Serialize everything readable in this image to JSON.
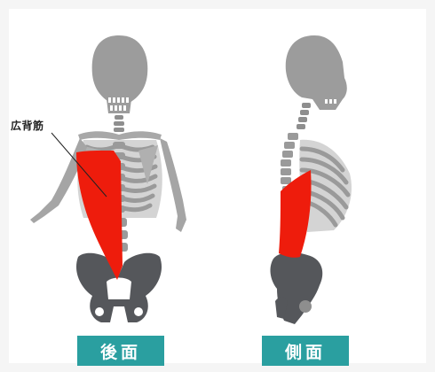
{
  "muscle_label": "広背筋",
  "views": {
    "back_label": "後面",
    "side_label": "側面"
  },
  "colors": {
    "muscle": "#ee1c0c",
    "bone_light": "#b9b9b9",
    "bone_mid": "#8e8e8e",
    "bone_dark": "#55575b",
    "label_bg": "#2a9fa0"
  }
}
